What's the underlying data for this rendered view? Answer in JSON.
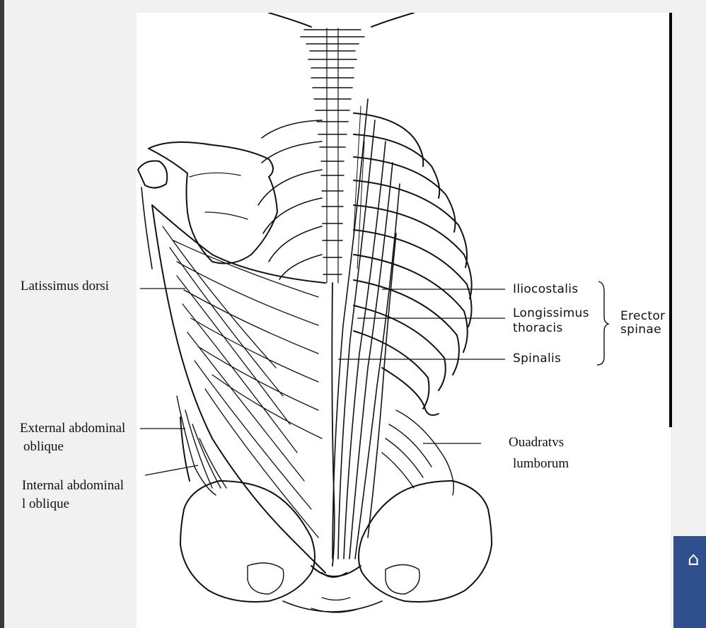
{
  "labels": {
    "latissimus_dorsi": "Latissimus dorsi",
    "external_oblique_line1": "External abdominal",
    "external_oblique_line2": "oblique",
    "internal_oblique_line1": "Internal abdominal",
    "internal_oblique_line2": "l oblique",
    "iliocostalis": "Iliocostalis",
    "longissimus_line1": "Longissimus",
    "longissimus_line2": "thoracis",
    "spinalis": "Spinalis",
    "erector_line1": "Erector",
    "erector_line2": "spinae",
    "quadratus_line1": "Ouadratvs",
    "quadratus_line2": "lumborum"
  },
  "corner_widget": {
    "icon": "app-icon",
    "glyph": "⌂"
  },
  "colors": {
    "background": "#f1f1f1",
    "panel": "#ffffff",
    "ink": "#111111",
    "widget": "#2f4f8d"
  }
}
